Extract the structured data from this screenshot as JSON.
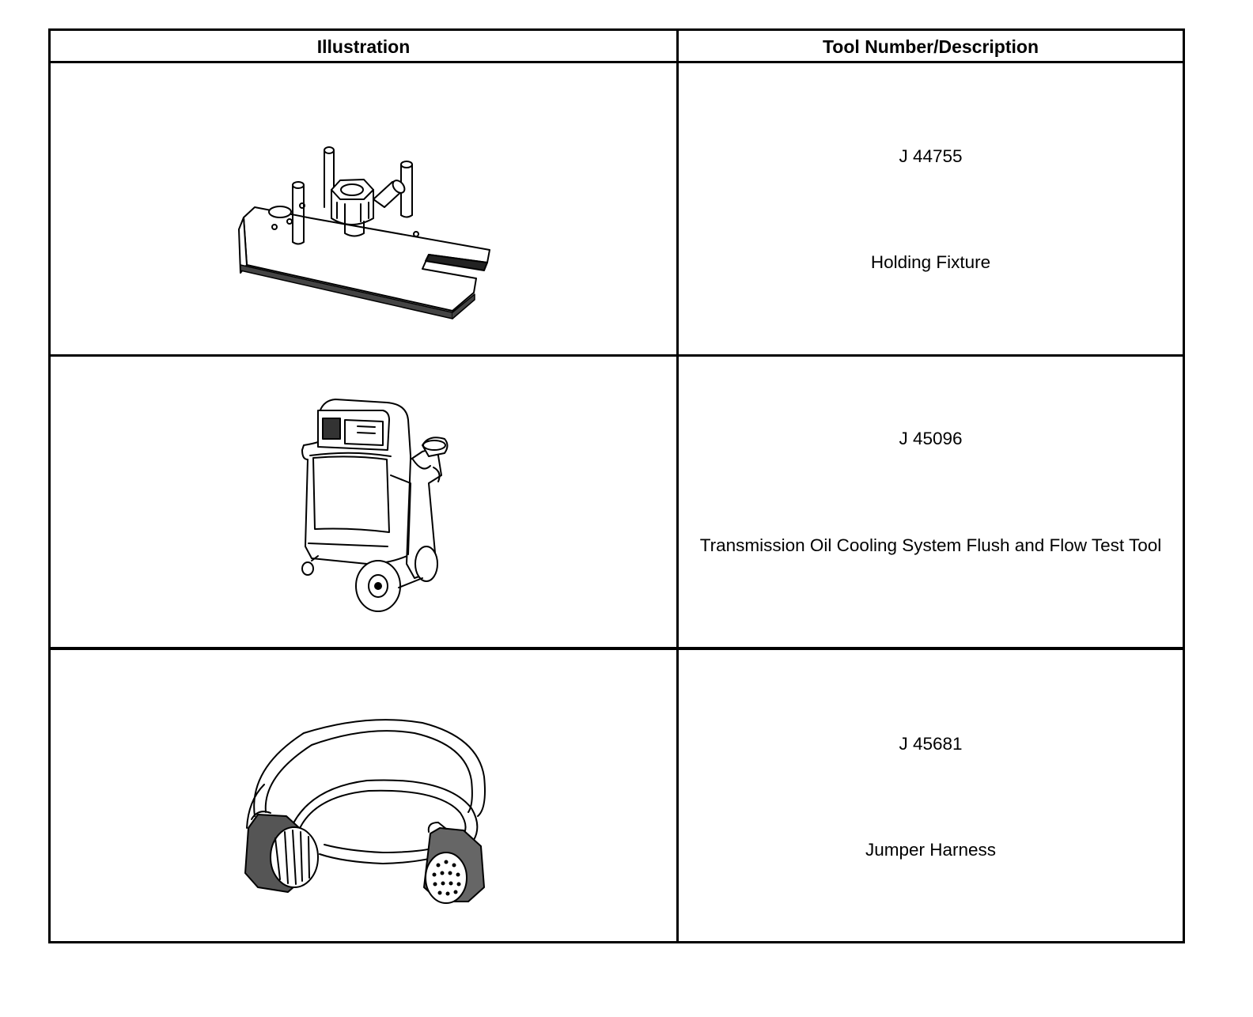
{
  "header": {
    "illustration": "Illustration",
    "tool_number_description": "Tool Number/Description"
  },
  "rows": [
    {
      "tool_number": "J 44755",
      "description": "Holding Fixture"
    },
    {
      "tool_number": "J 45096",
      "description": "Transmission Oil Cooling System Flush and Flow Test Tool"
    },
    {
      "tool_number": "J 45681",
      "description": "Jumper Harness"
    }
  ]
}
